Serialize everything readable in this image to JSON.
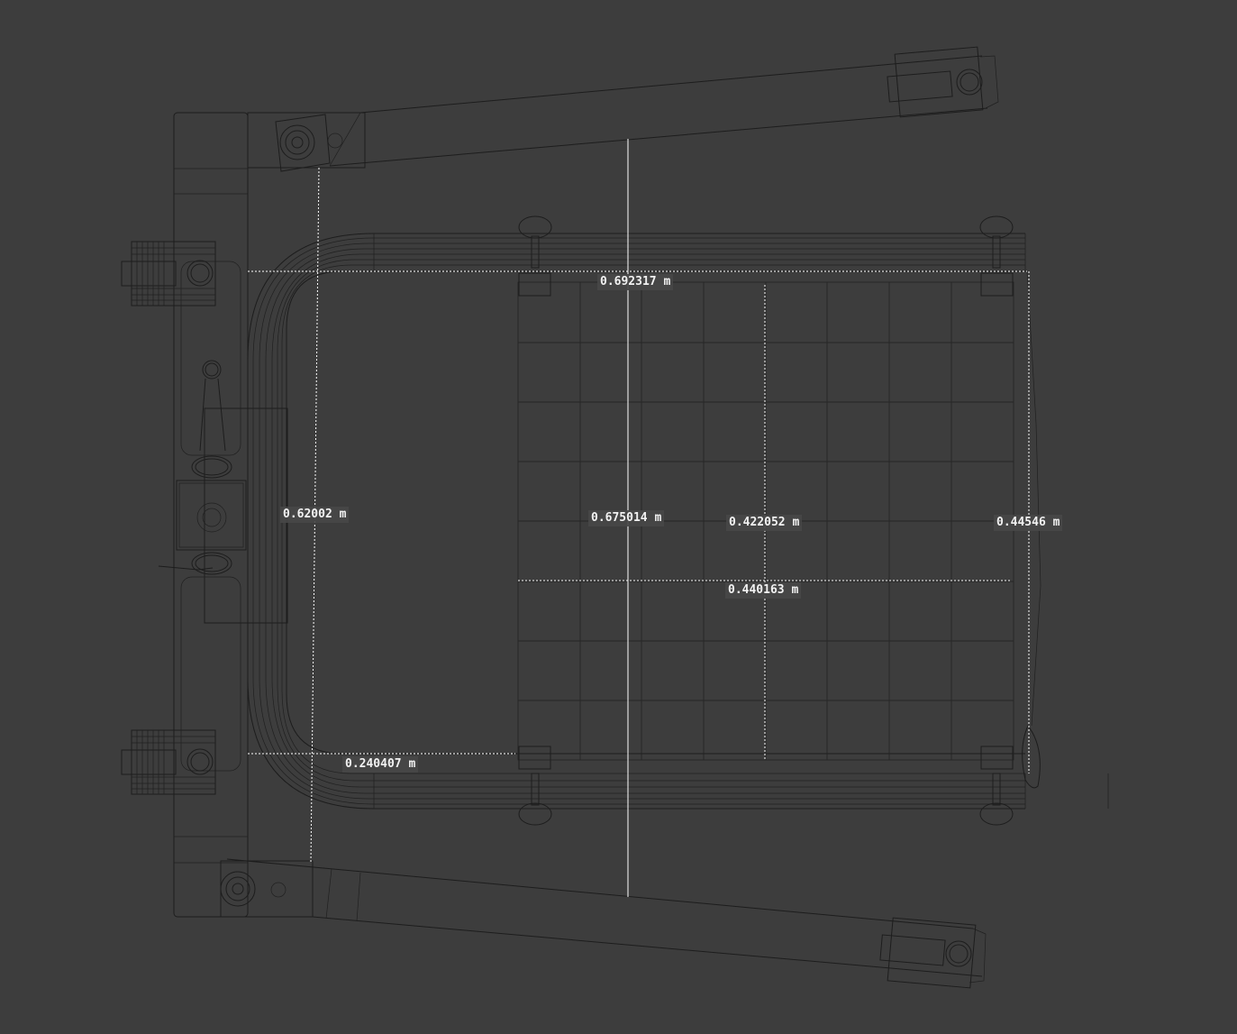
{
  "viewport": {
    "background_color": "#3d3d3d",
    "wire_color": "#1d1d1d",
    "measure_color": "#ffffff"
  },
  "measurements": {
    "top_width": "0.692317 m",
    "left_height": "0.62002 m",
    "center_height": "0.675014 m",
    "inner_height": "0.422052 m",
    "right_height": "0.44546 m",
    "inner_width": "0.440163 m",
    "bottom_offset": "0.240407 m"
  }
}
